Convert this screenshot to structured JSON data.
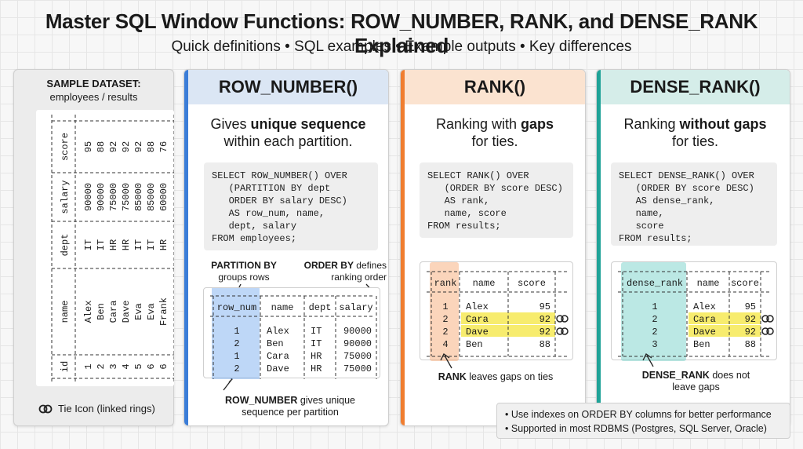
{
  "title": "Master SQL Window Functions: ROW_NUMBER, RANK, and DENSE_RANK Explained",
  "subtitle": "Quick definitions • SQL examples • Example outputs • Key differences",
  "sample": {
    "title": "SAMPLE DATASET:",
    "subtitle": "employees / results",
    "headers": [
      "id",
      "name",
      "dept",
      "salary",
      "score"
    ],
    "rows": [
      [
        "1",
        "Alex",
        "IT",
        "90000",
        "95"
      ],
      [
        "2",
        "Ben",
        "IT",
        "90000",
        "88"
      ],
      [
        "3",
        "Cara",
        "HR",
        "75000",
        "92"
      ],
      [
        "4",
        "Dave",
        "HR",
        "75000",
        "92"
      ],
      [
        "5",
        "Eva",
        "IT",
        "85000",
        "92"
      ],
      [
        "6",
        "Eva",
        "IT",
        "85000",
        "88"
      ],
      [
        "6",
        "Frank",
        "HR",
        "60000",
        "76"
      ]
    ],
    "tie_legend": "Tie Icon (linked rings)"
  },
  "row_number": {
    "heading": "ROW_NUMBER()",
    "desc_a": "Gives ",
    "desc_b": "unique sequence",
    "desc_c": "within each partition.",
    "code": "SELECT ROW_NUMBER() OVER\n   (PARTITION BY dept\n   ORDER BY salary DESC)\n   AS row_num, name,\n   dept, salary\nFROM employees;",
    "note_partition_a": "PARTITION BY",
    "note_partition_b": "groups rows",
    "note_order_a": "ORDER BY",
    "note_order_b": " defines",
    "note_order_c": "ranking order",
    "headers": [
      "row_num",
      "name",
      "dept",
      "salary"
    ],
    "rows": [
      [
        "1",
        "Alex",
        "IT",
        "90000"
      ],
      [
        "2",
        "Ben",
        "IT",
        "90000"
      ],
      [
        "1",
        "Cara",
        "HR",
        "75000"
      ],
      [
        "2",
        "Dave",
        "HR",
        "75000"
      ]
    ],
    "footer_a": "ROW_NUMBER",
    "footer_b": " gives unique",
    "footer_c": "sequence per partition"
  },
  "rank": {
    "heading": "RANK()",
    "desc_a": "Ranking with ",
    "desc_b": "gaps",
    "desc_c": "for ties.",
    "code": "SELECT RANK() OVER\n   (ORDER BY score DESC)\n   AS rank,\n   name, score\nFROM results;",
    "headers": [
      "rank",
      "name",
      "score"
    ],
    "rows": [
      [
        "1",
        "Alex",
        "95"
      ],
      [
        "2",
        "Cara",
        "92"
      ],
      [
        "2",
        "Dave",
        "92"
      ],
      [
        "4",
        "Ben",
        "88"
      ]
    ],
    "footer_a": "RANK",
    "footer_b": " leaves gaps on ties"
  },
  "dense_rank": {
    "heading": "DENSE_RANK()",
    "desc_a": "Ranking ",
    "desc_b": "without gaps",
    "desc_c": "for ties.",
    "code": "SELECT DENSE_RANK() OVER\n   (ORDER BY score DESC)\n   AS dense_rank,\n   name,\n   score\nFROM results;",
    "headers": [
      "dense_rank",
      "name",
      "score"
    ],
    "rows": [
      [
        "1",
        "Alex",
        "95"
      ],
      [
        "2",
        "Cara",
        "92"
      ],
      [
        "2",
        "Dave",
        "92"
      ],
      [
        "3",
        "Ben",
        "88"
      ]
    ],
    "footer_a": "DENSE_RANK",
    "footer_b": " does not",
    "footer_c": "leave gaps"
  },
  "tips": [
    "Use indexes on ORDER BY columns for better performance",
    "Supported in most RDBMS (Postgres, SQL Server, Oracle)"
  ],
  "colors": {
    "row_number_accent": "#3b7dd8",
    "rank_accent": "#f07d2f",
    "dense_rank_accent": "#1fa398",
    "tie_highlight": "#f7ec6e"
  },
  "icons": [
    "tie-icon",
    "arrow-icon"
  ]
}
